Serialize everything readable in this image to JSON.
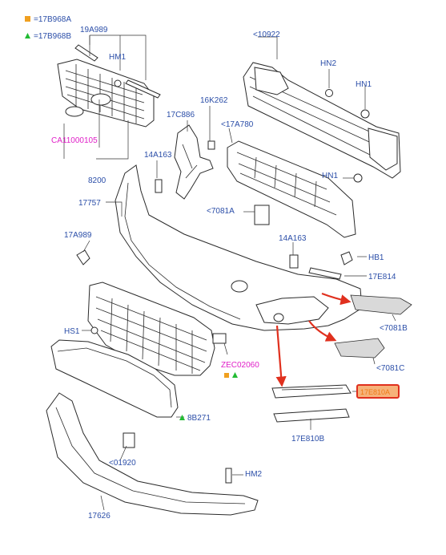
{
  "colors": {
    "label": "#2b4ea8",
    "label_pink": "#e020c8",
    "arrow_red": "#e0301e",
    "highlight_fill": "#f6b27a",
    "highlight_border": "#e0301e",
    "legend_square": "#f0a020",
    "legend_triangle": "#22bb33"
  },
  "legend": {
    "square_text": "=17B968A",
    "triangle_text": "=17B968B",
    "square_icon": "square-icon",
    "triangle_icon": "triangle-icon"
  },
  "labels": {
    "l19a989": "19A989",
    "hm1": "HM1",
    "ca11000105": "CA11000105",
    "l8200": "8200",
    "l10922": "<10922",
    "hn2": "HN2",
    "hn1_top": "HN1",
    "l16k262": "16K262",
    "l17c886": "17C886",
    "l17a780": "<17A780",
    "l14a163_top": "14A163",
    "hn1_mid": "HN1",
    "l17757": "17757",
    "l7081a": "<7081A",
    "l17a989": "17A989",
    "l14a163_mid": "14A163",
    "hb1": "HB1",
    "l17e814": "17E814",
    "l7081b": "<7081B",
    "hs1": "HS1",
    "zec02060": "ZEC02060",
    "l7081c": "<7081C",
    "l17e810a": "17E810A",
    "l8b271": "8B271",
    "l17e810b": "17E810B",
    "l01920": "<01920",
    "hm2": "HM2",
    "l17626": "17626"
  }
}
